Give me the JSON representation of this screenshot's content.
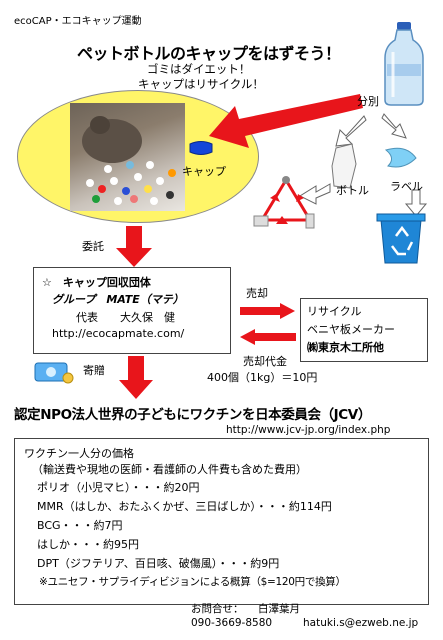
{
  "header": {
    "tagline": "ecoCAP・エコキャップ運動",
    "title": "ペットボトルのキャップをはずそう！",
    "slogan1": "ゴミはダイエット！",
    "slogan2": "キャップはリサイクル！"
  },
  "sorting": {
    "bunbetsu": "分別",
    "cap": "キャップ",
    "bottle": "ボトル",
    "label": "ラベル"
  },
  "flow": {
    "itaku": "委託",
    "baikyaku": "売却",
    "baikyaku_daikin": "売却代金",
    "rate": "400個（1kg）＝10円",
    "kizou": "寄贈"
  },
  "org_box": {
    "line1": "☆　キャップ回収団体",
    "line2": "グループ　MATE（マテ）",
    "line3": "代表　　大久保　健",
    "url": "http://ecocapmate.com/"
  },
  "recycler_box": {
    "line1": "リサイクル",
    "line2": "ベニヤ板メーカー",
    "line3": "㈱東京木工所他"
  },
  "jcv": {
    "name": "認定NPO法人世界の子どもにワクチンを日本委員会（JCV）",
    "url": "http://www.jcv-jp.org/index.php"
  },
  "vaccine": {
    "heading": "ワクチン一人分の価格",
    "note": "（輸送費や現地の医師・看護師の人件費も含めた費用）",
    "items": [
      "ポリオ（小児マヒ）・・・約20円",
      "MMR（はしか、おたふくかぜ、三日ばしか）・・・約114円",
      "BCG・・・約7円",
      "はしか・・・約95円",
      "DPT（ジフテリア、百日咳、破傷風）・・・約9円"
    ],
    "footnote": "※ユニセフ・サプライディビジョンによる概算（$=120円で換算）"
  },
  "contact": {
    "label": "お問合せ：",
    "name": "白澤葉月",
    "phone": "090-3669-8580",
    "email": "hatuki.s@ezweb.ne.jp"
  },
  "colors": {
    "arrow_red": "#e8151b",
    "ellipse_fill": "#fff568",
    "cap_blue": "#1446d9",
    "recycle_blue": "#1f86d6"
  }
}
